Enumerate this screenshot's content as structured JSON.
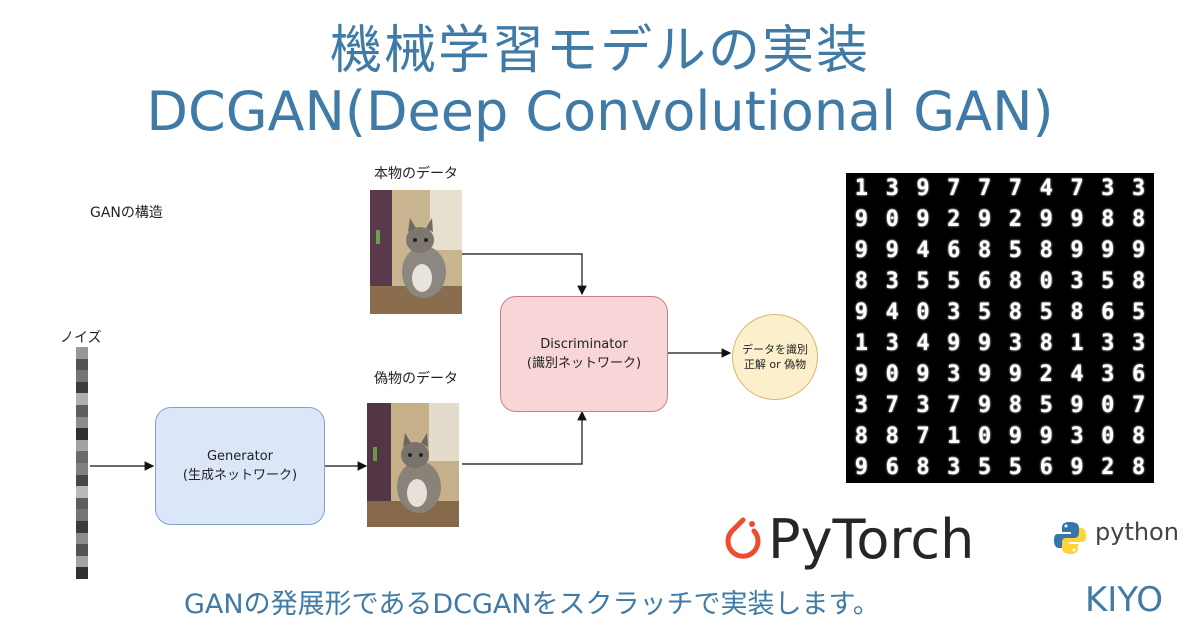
{
  "title": {
    "line1": "機械学習モデルの実装",
    "line2": "DCGAN(Deep Convolutional GAN)"
  },
  "diagram": {
    "caption": "GANの構造",
    "noise_label": "ノイズ",
    "real_data_label": "本物のデータ",
    "fake_data_label": "偽物のデータ",
    "generator": {
      "name": "Generator",
      "subtitle": "(生成ネットワーク)"
    },
    "discriminator": {
      "name": "Discriminator",
      "subtitle": "(識別ネットワーク)"
    },
    "output": {
      "line1": "データを識別",
      "line2": "正解 or 偽物"
    }
  },
  "noise_levels": [
    0.45,
    0.75,
    0.6,
    0.85,
    0.35,
    0.7,
    0.5,
    0.9,
    0.4,
    0.65,
    0.55,
    0.8,
    0.3,
    0.7,
    0.6,
    0.85,
    0.5,
    0.75,
    0.4,
    0.9
  ],
  "generated_digits": [
    [
      "1",
      "3",
      "9",
      "7",
      "7",
      "7",
      "4",
      "7",
      "3",
      "3"
    ],
    [
      "9",
      "0",
      "9",
      "2",
      "9",
      "2",
      "9",
      "9",
      "8",
      "8"
    ],
    [
      "9",
      "9",
      "4",
      "6",
      "8",
      "5",
      "8",
      "9",
      "9",
      "9"
    ],
    [
      "8",
      "3",
      "5",
      "5",
      "6",
      "8",
      "0",
      "3",
      "5",
      "8"
    ],
    [
      "9",
      "4",
      "0",
      "3",
      "5",
      "8",
      "5",
      "8",
      "6",
      "5"
    ],
    [
      "1",
      "3",
      "4",
      "9",
      "9",
      "3",
      "8",
      "1",
      "3",
      "3"
    ],
    [
      "9",
      "0",
      "9",
      "3",
      "9",
      "9",
      "2",
      "4",
      "3",
      "6"
    ],
    [
      "3",
      "7",
      "3",
      "7",
      "9",
      "8",
      "5",
      "9",
      "0",
      "7"
    ],
    [
      "8",
      "8",
      "7",
      "1",
      "0",
      "9",
      "9",
      "3",
      "0",
      "8"
    ],
    [
      "9",
      "6",
      "8",
      "3",
      "5",
      "5",
      "6",
      "9",
      "2",
      "8"
    ]
  ],
  "logos": {
    "pytorch": "PyTorch",
    "python": "python"
  },
  "footer": {
    "text": "GANの発展形であるDCGANをスクラッチで実装します。",
    "author": "KIYO"
  }
}
